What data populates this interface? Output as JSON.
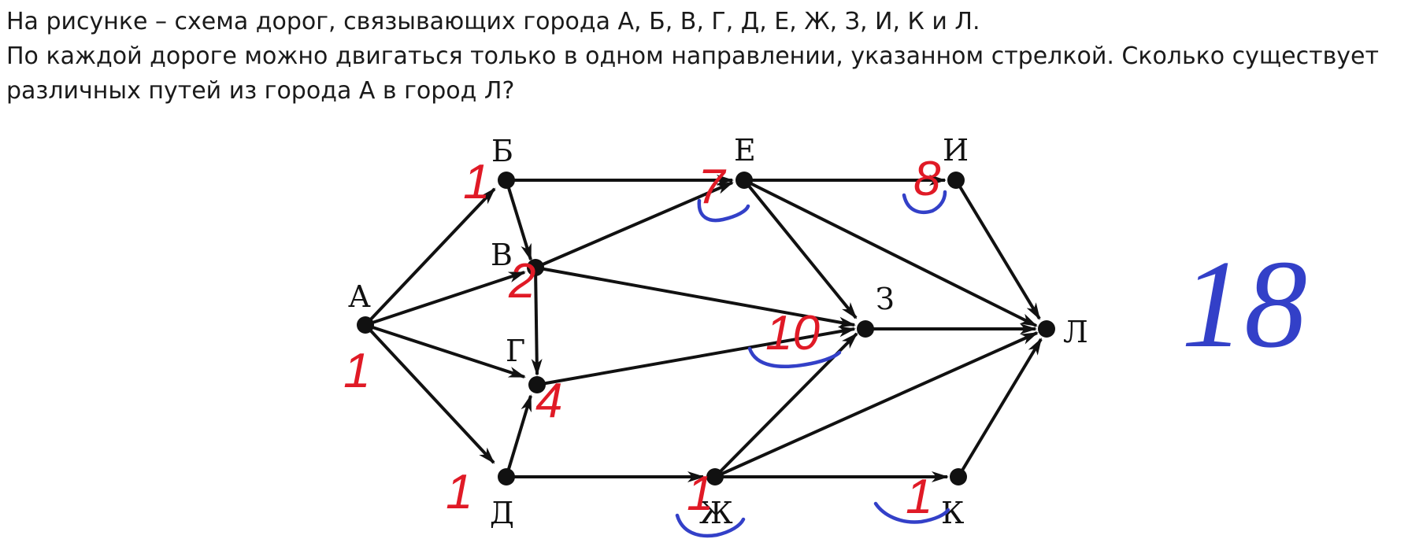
{
  "problem": {
    "line1": "На рисунке – схема дорог, связывающих города А, Б, В, Г, Д, Е, Ж, З, И, К и Л.",
    "line2": "По каждой дороге можно двигаться только в одном направлении, указанном стрелкой. Сколько существует различных путей из города А в город Л?"
  },
  "nodes": {
    "A": "А",
    "B": "Б",
    "V": "В",
    "G": "Г",
    "D": "Д",
    "E": "Е",
    "Zh": "Ж",
    "Z": "З",
    "I": "И",
    "K": "К",
    "L": "Л"
  },
  "edges": [
    {
      "from": "А",
      "to": "Б"
    },
    {
      "from": "А",
      "to": "В"
    },
    {
      "from": "А",
      "to": "Г"
    },
    {
      "from": "А",
      "to": "Д"
    },
    {
      "from": "Б",
      "to": "В"
    },
    {
      "from": "Б",
      "to": "Е"
    },
    {
      "from": "В",
      "to": "Г"
    },
    {
      "from": "В",
      "to": "Е"
    },
    {
      "from": "В",
      "to": "З"
    },
    {
      "from": "Д",
      "to": "Г"
    },
    {
      "from": "Д",
      "to": "Ж"
    },
    {
      "from": "Г",
      "to": "З"
    },
    {
      "from": "Е",
      "to": "И"
    },
    {
      "from": "Е",
      "to": "З"
    },
    {
      "from": "Е",
      "to": "Л"
    },
    {
      "from": "Ж",
      "to": "З"
    },
    {
      "from": "Ж",
      "to": "Л"
    },
    {
      "from": "Ж",
      "to": "К"
    },
    {
      "from": "И",
      "to": "Л"
    },
    {
      "from": "З",
      "to": "Л"
    },
    {
      "from": "К",
      "to": "Л"
    }
  ],
  "annotations": {
    "A": "1",
    "B": "1",
    "V": "2",
    "G": "4",
    "D": "1",
    "E": "7",
    "I": "8",
    "Z": "10",
    "Zh": "1",
    "K": "1"
  },
  "answer": "18",
  "colors": {
    "annotation": "#e01a26",
    "highlight": "#3340c8",
    "graph": "#111111"
  }
}
